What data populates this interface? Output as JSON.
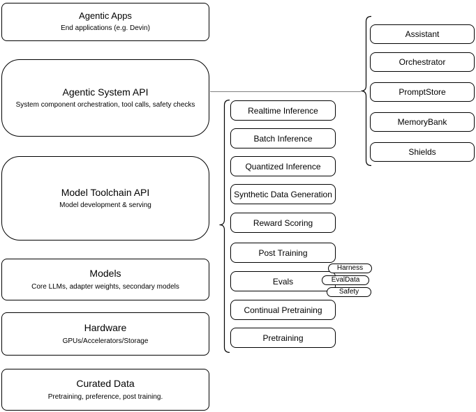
{
  "diagram": {
    "left_column": [
      {
        "title": "Agentic Apps",
        "subtitle": "End applications (e.g. Devin)"
      },
      {
        "title": "Agentic System API",
        "subtitle": "System component orchestration, tool calls, safety checks"
      },
      {
        "title": "Model Toolchain API",
        "subtitle": "Model development & serving"
      },
      {
        "title": "Models",
        "subtitle": "Core LLMs, adapter weights, secondary models"
      },
      {
        "title": "Hardware",
        "subtitle": "GPUs/Accelerators/Storage"
      },
      {
        "title": "Curated Data",
        "subtitle": "Pretraining, preference, post training."
      }
    ],
    "toolchain_items": [
      "Realtime Inference",
      "Batch Inference",
      "Quantized Inference",
      "Synthetic Data Generation",
      "Reward Scoring",
      "Post Training",
      "Evals",
      "Continual Pretraining",
      "Pretraining"
    ],
    "eval_tags": [
      "Harness",
      "EvalData",
      "Safety"
    ],
    "system_components": [
      "Assistant",
      "Orchestrator",
      "PromptStore",
      "MemoryBank",
      "Shields"
    ],
    "colors": {
      "border": "#000000",
      "background": "#ffffff",
      "connector_line": "#808080",
      "text": "#000000"
    }
  }
}
